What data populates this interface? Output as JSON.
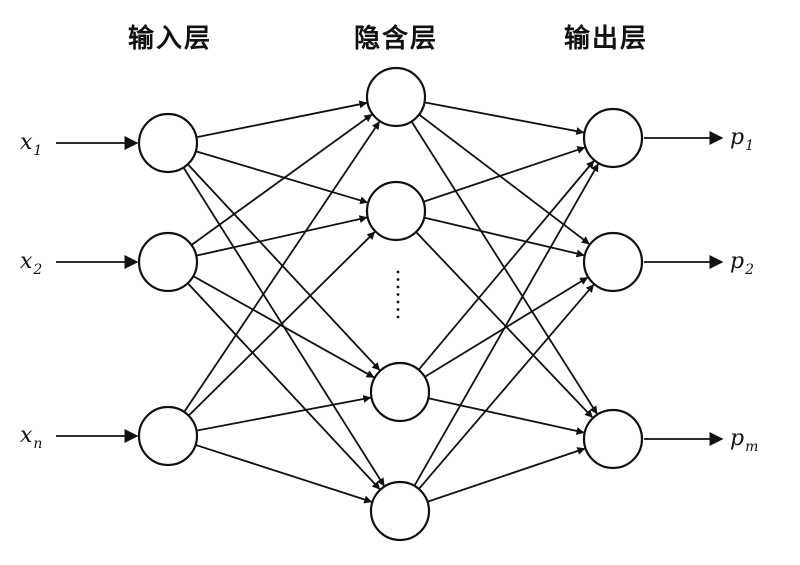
{
  "layers": {
    "input_title": "输入层",
    "hidden_title": "隐含层",
    "output_title": "输出层"
  },
  "inputs": [
    {
      "base": "x",
      "sub": "1"
    },
    {
      "base": "x",
      "sub": "2"
    },
    {
      "base": "x",
      "sub": "n"
    }
  ],
  "outputs": [
    {
      "base": "p",
      "sub": "1"
    },
    {
      "base": "p",
      "sub": "2"
    },
    {
      "base": "p",
      "sub": "m"
    }
  ],
  "hidden_ellipsis": "⋮",
  "colors": {
    "stroke": "#111111",
    "background": "#ffffff"
  }
}
